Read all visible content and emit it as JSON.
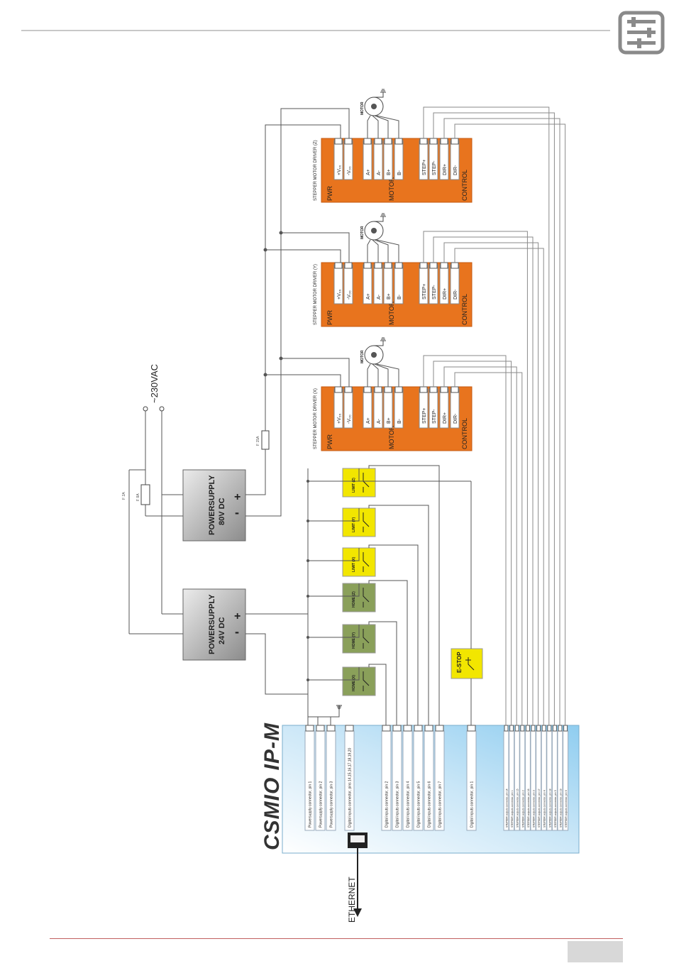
{
  "ac": {
    "label": "~230VAC"
  },
  "fuses": {
    "f1": "F 2A",
    "f2": "F 8A",
    "f3": "F 15A"
  },
  "ps24": {
    "line1": "POWERSUPPLY",
    "line2": "24V DC",
    "plus": "+",
    "minus": "-"
  },
  "ps80": {
    "line1": "POWERSUPPLY",
    "line2": "80V DC",
    "plus": "+",
    "minus": "-"
  },
  "drivers": [
    {
      "title": "STEPPER MOTOR DRIVER (X)"
    },
    {
      "title": "STEPPER MOTOR DRIVER (Y)"
    },
    {
      "title": "STEPPER MOTOR DRIVER (Z)"
    }
  ],
  "driver_labels": {
    "pwr": "PWR",
    "motor": "MOTOR",
    "control": "CONTROL",
    "vdd_plus": "+V₀₀",
    "vdd_minus": "-V₀₀",
    "a_plus": "A+",
    "a_minus": "A-",
    "b_plus": "B+",
    "b_minus": "B-",
    "step_plus": "STEP+",
    "step_minus": "STEP-",
    "dir_plus": "DIR+",
    "dir_minus": "DIR-"
  },
  "motor_label": "MOTOR",
  "switches": {
    "home": [
      "HOME (X)",
      "HOME (Y)",
      "HOME (Z)"
    ],
    "limit": [
      "LIMIT (X)",
      "LIMIT (Y)",
      "LIMIT (Z)"
    ],
    "estop": "E-STOP"
  },
  "csmio": {
    "brand": "CSMIO IP-M",
    "ethernet": "ETHERNET",
    "power_pins": [
      "Powersupply connector, pin 1",
      "Powersupply connector, pin 2",
      "Powersupply connector, pin 3"
    ],
    "gnd_pin": "Digital inputs connector, pins 14,15,16,17,18,19,20",
    "input_pins": [
      "Digital inputs connector, pin 2",
      "Digital inputs connector, pin 3",
      "Digital inputs connector, pin 4",
      "Digital inputs connector, pin 5",
      "Digital inputs connector, pin 6",
      "Digital inputs connector, pin 7"
    ],
    "estop_pin": "Digital inputs connector, pin 1",
    "step_pins": [
      "STEP/DIR outputs connector, pin 14",
      "STEP/DIR outputs connector, pin 1",
      "STEP/DIR outputs connector, pin 15",
      "STEP/DIR outputs connector, pin 2",
      "STEP/DIR outputs connector, pin 16",
      "STEP/DIR outputs connector, pin 3",
      "STEP/DIR outputs connector, pin 17",
      "STEP/DIR outputs connector, pin 4",
      "STEP/DIR outputs connector, pin 18",
      "STEP/DIR outputs connector, pin 5",
      "STEP/DIR outputs connector, pin 19",
      "STEP/DIR outputs connector, pin 6"
    ]
  },
  "colors": {
    "driver": "#e8741e",
    "limit": "#f2e600",
    "home": "#8aa05a",
    "csmio_from": "#ffffff",
    "csmio_to": "#8fcdf0",
    "ps_from": "#e6e6e6",
    "ps_to": "#8c8c8c",
    "wire": "#555555",
    "wire_light": "#9a9a9a"
  }
}
